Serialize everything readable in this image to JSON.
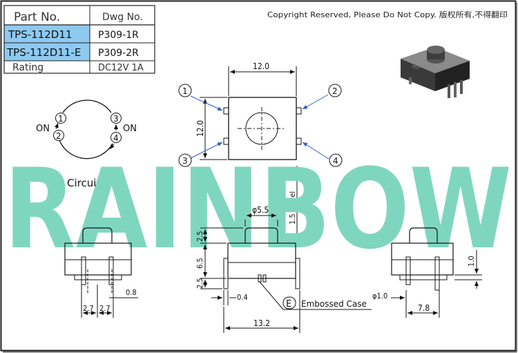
{
  "title_block": {
    "header_part": "Part No.",
    "header_dwg": "Dwg No.",
    "rows": [
      {
        "part": "TPS-112D11",
        "dwg": "P309-1R",
        "highlight": true
      },
      {
        "part": "TPS-112D11-E",
        "dwg": "P309-2R",
        "highlight": true
      },
      {
        "part": "Rating",
        "dwg": "DC12V 1A",
        "highlight": false
      }
    ]
  },
  "copyright": "Copyright Reserved, Please Do Not Copy.",
  "copyright_cn": "版权所有,不得翻印",
  "watermark": "RAINBOW",
  "product_icon": "tactile-switch-photo",
  "circuit": {
    "label": "Circuit",
    "on_left": "ON",
    "on_right": "ON",
    "pins": [
      "1",
      "2",
      "3",
      "4"
    ]
  },
  "top_view": {
    "width": "12.0",
    "height": "12.0",
    "callouts": [
      "1",
      "2",
      "3",
      "4"
    ],
    "travel": "1.5  Travel"
  },
  "front_view": {
    "actuator_dia": "φ5.5",
    "dim_top": "2.5",
    "dim_mid": "6.5",
    "dim_bottom": "2.5",
    "pin_width": "0.4",
    "embossed_mark": "E",
    "embossed_label": "Embossed Case",
    "total_width": "13.2"
  },
  "left_view": {
    "pitch_a": "2.7",
    "pitch_b": "2.7",
    "pin_thickness": "0.8"
  },
  "right_view": {
    "hole_dia": "φ1.0",
    "pin_pitch": "7.8",
    "standoff": "1.0"
  },
  "colors": {
    "watermark": "#7fd6bf",
    "highlight": "#8ec9f0",
    "callout_blue": "#2b5fc7",
    "line": "#111111",
    "frame": "#222222"
  }
}
